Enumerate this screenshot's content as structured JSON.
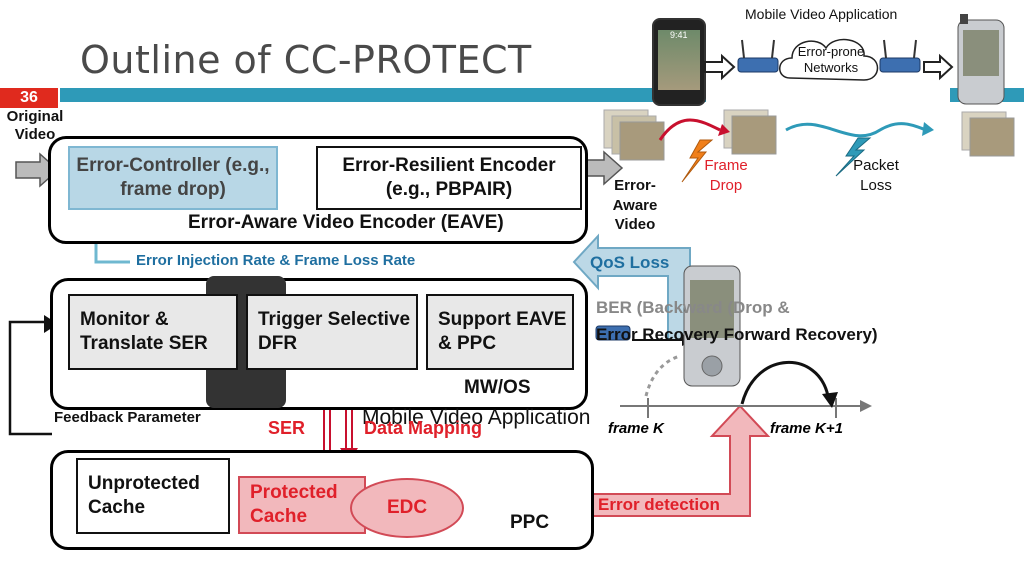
{
  "slide": {
    "title": "Outline of CC-PROTECT",
    "number": "36"
  },
  "top_right": {
    "caption": "Mobile Video Application",
    "cloud_label": "Error-prone Networks",
    "phone_time": "9:41"
  },
  "input": {
    "label": "Original Video"
  },
  "eave": {
    "error_controller": "Error-Controller (e.g., frame drop)",
    "error_resilient": "Error-Resilient Encoder (e.g., PBPAIR)",
    "title": "Error-Aware Video Encoder (EAVE)",
    "output_label": "Error-Aware Video"
  },
  "streams": {
    "frame_drop": "Frame Drop",
    "packet_loss": "Packet Loss"
  },
  "feedback": {
    "injection_label": "Error Injection Rate  & Frame Loss Rate",
    "qos_loss": "QoS Loss",
    "feedback_param": "Feedback Parameter"
  },
  "mw": {
    "monitor": "Monitor & Translate SER",
    "trigger": "Trigger Selective DFR",
    "support": "Support EAVE & PPC",
    "title": "MW/OS"
  },
  "ber": {
    "line1": "BER (Backward (Drop &",
    "line2": "Error Recovery Forward Recovery)",
    "frame_k": "frame K",
    "frame_k1": "frame K+1",
    "overlap_text": "Mobile Video Application"
  },
  "links": {
    "ser": "SER",
    "data_mapping": "Data Mapping",
    "error_detection": "Error detection"
  },
  "ppc": {
    "unprotected": "Unprotected Cache",
    "protected": "Protected Cache",
    "edc": "EDC",
    "title": "PPC"
  },
  "colors": {
    "band": "#2e9ab8",
    "slide_number_bg": "#e02a1e",
    "feedback_blue": "#1f6fa0",
    "red_label": "#e0202a",
    "pink_fill": "#f2b8bc"
  }
}
